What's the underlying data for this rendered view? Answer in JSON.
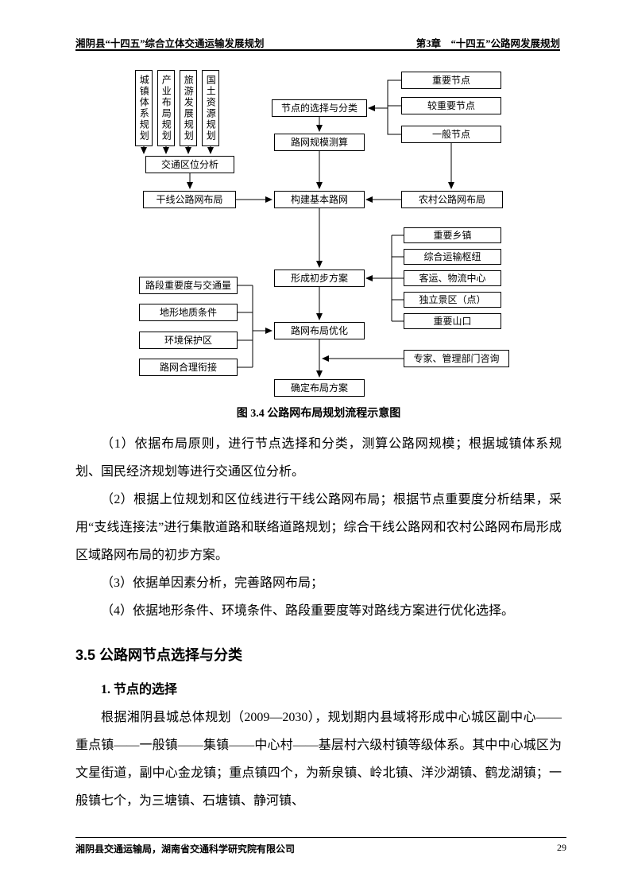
{
  "header": {
    "left": "湘阴县“十四五”综合立体交通运输发展规划",
    "right": "第3章　“十四五”公路网发展规划"
  },
  "flowchart": {
    "vertical": [
      "城镇体系规划",
      "产业布局规划",
      "旅游发展规划",
      "国土资源规划"
    ],
    "boxes": {
      "traffic_location": "交通区位分析",
      "trunk_layout": "干线公路网布局",
      "node_selection": "节点的选择与分类",
      "scale_estimation": "路网规模测算",
      "basic_network": "构建基本路网",
      "important_node": "重要节点",
      "major_node": "较重要节点",
      "general_node": "一般节点",
      "rural_layout": "农村公路网布局",
      "preliminary_plan": "形成初步方案",
      "key_township": "重要乡镇",
      "transport_hub": "综合运输枢纽",
      "logistics_center": "客运、物流中心",
      "scenic_spot": "独立景区（点）",
      "mountain_pass": "重要山口",
      "layout_optimization": "路网布局优化",
      "segment_importance": "路段重要度与交通量",
      "terrain_condition": "地形地质条件",
      "protection_area": "环境保护区",
      "network_connection": "路网合理衔接",
      "expert_consult": "专家、管理部门咨询",
      "final_plan": "确定布局方案"
    },
    "caption": "图 3.4 公路网布局规划流程示意图"
  },
  "body": {
    "para1": "（1）依据布局原则，进行节点选择和分类，测算公路网规模；根据城镇体系规划、国民经济规划等进行交通区位分析。",
    "para2": "（2）根据上位规划和区位线进行干线公路网布局；根据节点重要度分析结果，采用“支线连接法”进行集散道路和联络道路规划；综合干线公路网和农村公路网布局形成区域路网布局的初步方案。",
    "para3": "（3）依据单因素分析，完善路网布局；",
    "para4": "（4）依据地形条件、环境条件、路段重要度等对路线方案进行优化选择。",
    "section_title": "3.5 公路网节点选择与分类",
    "sub_title": "1. 节点的选择",
    "para5": "根据湘阴县城总体规划（2009—2030），规划期内县域将形成中心城区副中心——重点镇——一般镇——集镇——中心村——基层村六级村镇等级体系。其中中心城区为文星街道，副中心金龙镇；重点镇四个，为新泉镇、岭北镇、洋沙湖镇、鹤龙湖镇；一般镇七个，为三塘镇、石塘镇、静河镇、"
  },
  "footer": {
    "left": "湘阴县交通运输局，湖南省交通科学研究院有限公司",
    "page": "29"
  }
}
